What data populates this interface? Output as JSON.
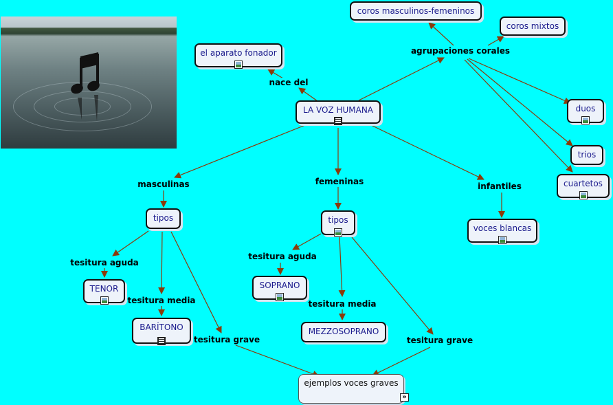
{
  "colors": {
    "background": "#00ffff",
    "node_fill": "#eef3fa",
    "node_text": "#1a1a8c",
    "connector": "#8b3a0a"
  },
  "photo": {
    "icon": "music-note-icon"
  },
  "nodes": {
    "voz_humana": {
      "label": "LA VOZ HUMANA",
      "badge": "document-icon"
    },
    "aparato": {
      "label": "el aparato fonador",
      "badge": "image-icon"
    },
    "coros_mf": {
      "label": "coros masculinos-femeninos"
    },
    "coros_mixtos": {
      "label": "coros mixtos"
    },
    "duos": {
      "label": "duos",
      "badge": "image-icon"
    },
    "trios": {
      "label": "trios"
    },
    "cuartetos": {
      "label": "cuartetos",
      "badge": "image-icon"
    },
    "tipos_m": {
      "label": "tipos"
    },
    "tipos_f": {
      "label": "tipos",
      "badge": "image-icon"
    },
    "voces_blancas": {
      "label": "voces blancas",
      "badge": "image-icon"
    },
    "tenor": {
      "label": "TENOR",
      "badge": "image-icon"
    },
    "baritono": {
      "label": "BARÍTONO",
      "badge": "document-icon"
    },
    "soprano": {
      "label": "SOPRANO",
      "badge": "image-icon"
    },
    "mezzo": {
      "label": "MEZZOSOPRANO"
    },
    "ejemplos": {
      "label": "ejemplos voces graves",
      "badge": "link-icon"
    }
  },
  "links": {
    "nace_del": "nace del",
    "agrupaciones": "agrupaciones corales",
    "masculinas": "masculinas",
    "femeninas": "femeninas",
    "infantiles": "infantiles",
    "m_aguda": "tesitura aguda",
    "m_media": "tesitura media",
    "m_grave": "tesitura grave",
    "f_aguda": "tesitura aguda",
    "f_media": "tesitura media",
    "f_grave": "tesitura grave"
  }
}
